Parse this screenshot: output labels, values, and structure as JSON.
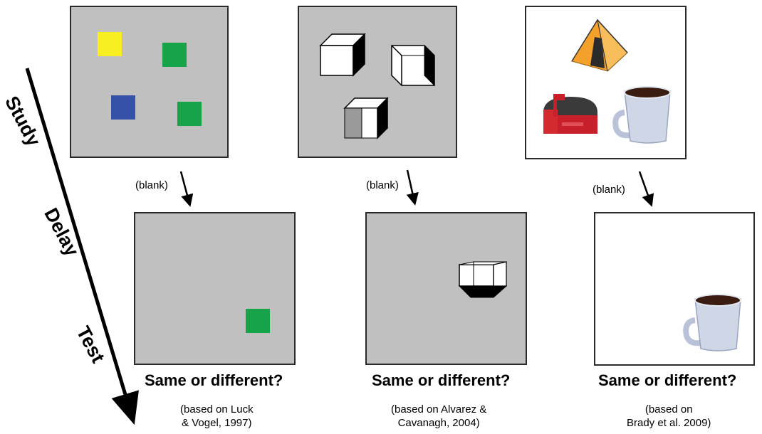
{
  "timeline": {
    "stages": [
      "Study",
      "Delay",
      "Test"
    ]
  },
  "columns": [
    {
      "id": "luck-vogel",
      "blank_label": "(blank)",
      "question": "Same or different?",
      "citation_line1": "(based on Luck",
      "citation_line2": "& Vogel, 1997)",
      "study_items": [
        {
          "shape": "square",
          "color": "#f7ef22"
        },
        {
          "shape": "square",
          "color": "#17a34a"
        },
        {
          "shape": "square",
          "color": "#3651a8"
        },
        {
          "shape": "square",
          "color": "#17a34a"
        }
      ],
      "test_items": [
        {
          "shape": "square",
          "color": "#17a34a"
        }
      ]
    },
    {
      "id": "alvarez-cavanagh",
      "blank_label": "(blank)",
      "question": "Same or different?",
      "citation_line1": "(based on Alvarez &",
      "citation_line2": "Cavanagh, 2004)",
      "study_items": [
        {
          "shape": "shaded-cube",
          "variant": "right-face-black"
        },
        {
          "shape": "shaded-cube",
          "variant": "inner-corner"
        },
        {
          "shape": "shaded-cube",
          "variant": "right-face-black-left-gray"
        }
      ],
      "test_items": [
        {
          "shape": "shaded-cube",
          "variant": "bottom-face-black"
        }
      ]
    },
    {
      "id": "brady",
      "blank_label": "(blank)",
      "question": "Same or different?",
      "citation_line1": "(based on",
      "citation_line2": "Brady et al. 2009)",
      "study_items": [
        {
          "shape": "photo",
          "object": "tent-icon"
        },
        {
          "shape": "photo",
          "object": "mailbox-icon"
        },
        {
          "shape": "photo",
          "object": "coffee-mug-icon"
        }
      ],
      "test_items": [
        {
          "shape": "photo",
          "object": "coffee-mug-icon"
        }
      ]
    }
  ],
  "colors": {
    "gray_panel": "#c0c0c0",
    "arrow": "#000000"
  }
}
